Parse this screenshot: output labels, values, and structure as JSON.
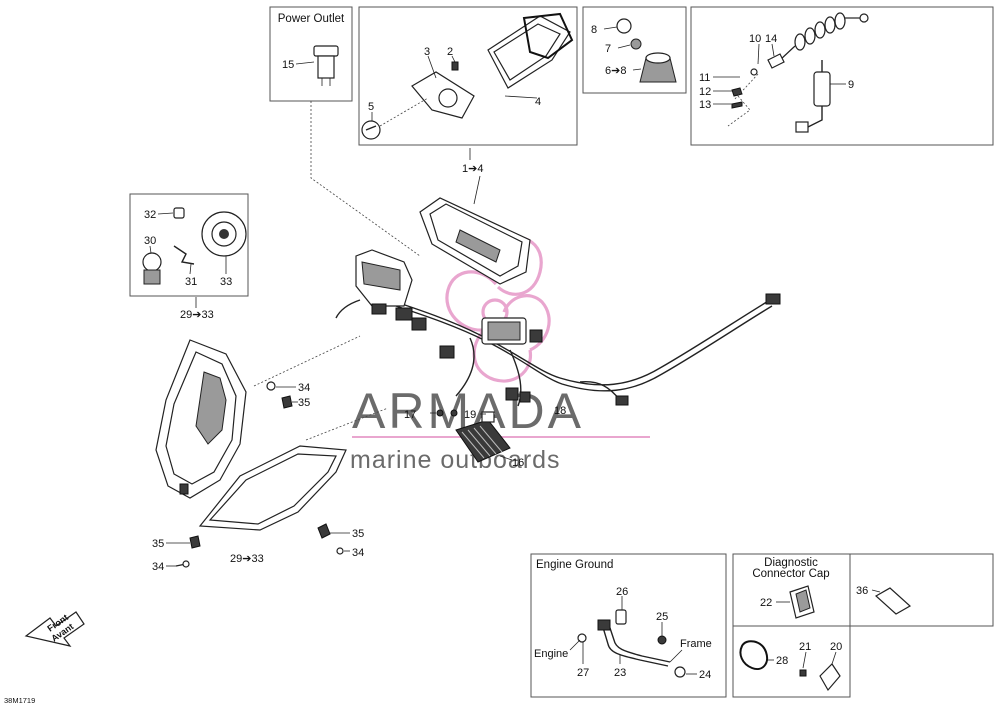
{
  "figure_ref": "38M1719",
  "watermark": {
    "brand": "ARMADA",
    "tagline": "marine outboards",
    "accent_color": "#e9a6cf"
  },
  "front_marker": {
    "line1": "Front",
    "line2": "Avant"
  },
  "boxes": {
    "power_outlet": {
      "title": "Power Outlet"
    },
    "engine_ground": {
      "title": "Engine Ground",
      "engine_label": "Engine",
      "frame_label": "Frame"
    },
    "diagnostic_cap": {
      "title_line1": "Diagnostic",
      "title_line2": "Connector Cap"
    }
  },
  "callouts": {
    "c15": "15",
    "c3": "3",
    "c2": "2",
    "c5": "5",
    "c4": "4",
    "c8": "8",
    "c7": "7",
    "c6to8": "6➔8",
    "c10": "10",
    "c14": "14",
    "c11": "11",
    "c12": "12",
    "c13": "13",
    "c9": "9",
    "c1to4": "1➔4",
    "c32": "32",
    "c30": "30",
    "c31": "31",
    "c33": "33",
    "c29to33_top": "29➔33",
    "c34a": "34",
    "c35a": "35",
    "c17": "17",
    "c19": "19",
    "c18": "18",
    "c16": "16",
    "c35b": "35",
    "c34b": "34",
    "c29to33_bottom": "29➔33",
    "c35c": "35",
    "c34c": "34",
    "c26": "26",
    "c25": "25",
    "c27": "27",
    "c23": "23",
    "c24": "24",
    "c22": "22",
    "c36": "36",
    "c21": "21",
    "c20": "20",
    "c28": "28"
  }
}
